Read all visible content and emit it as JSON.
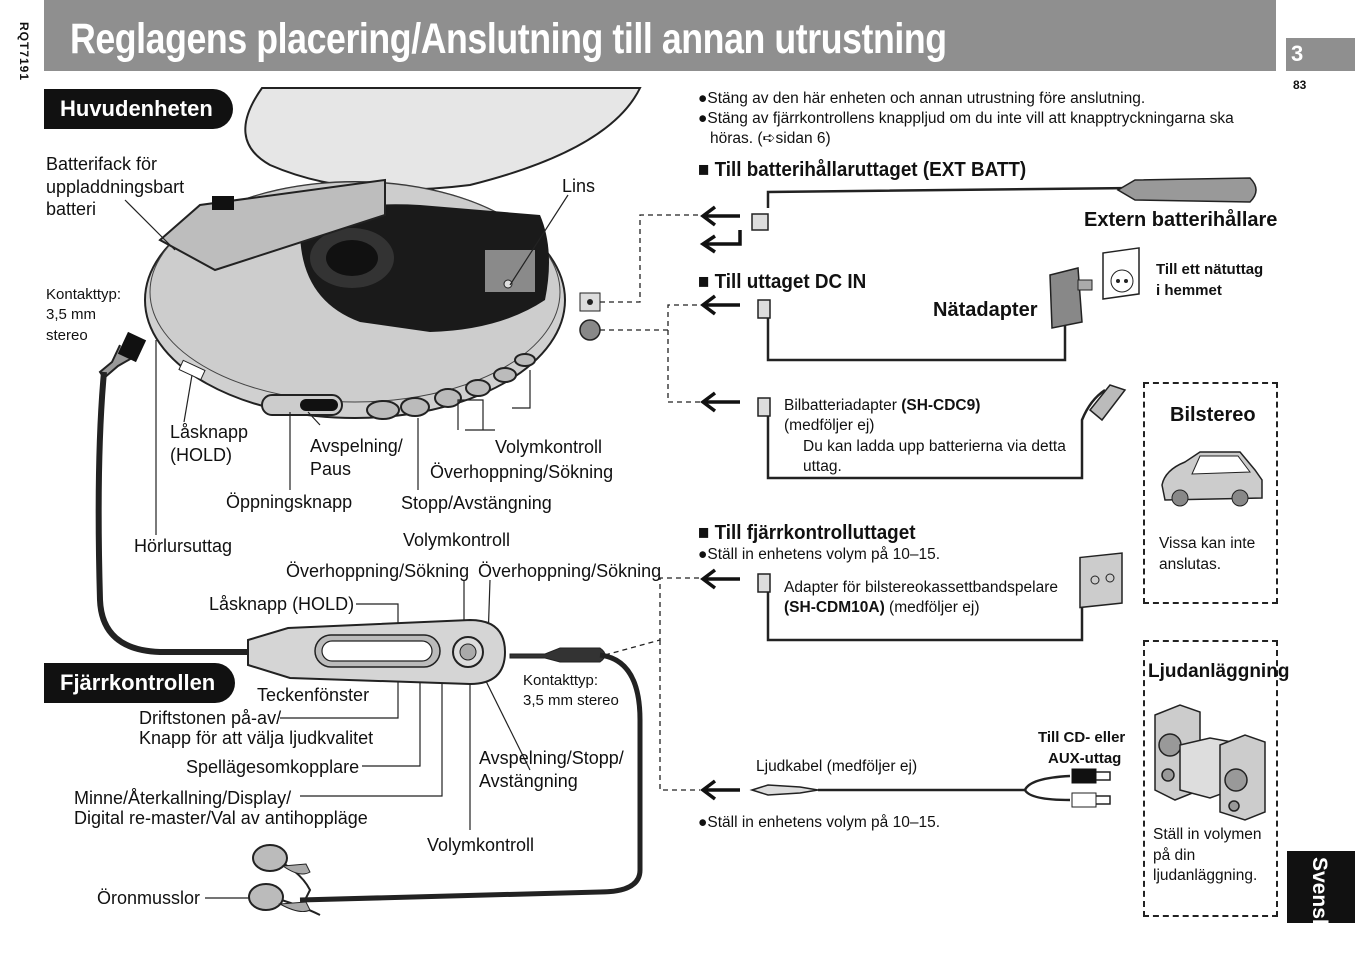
{
  "page": {
    "title": "Reglagens placering/Anslutning till annan utrustning",
    "model_code": "RQT7191",
    "page_number": "3",
    "subpage": "83",
    "language_tab": "Svenska"
  },
  "main_unit": {
    "heading": "Huvudenheten",
    "labels": {
      "battery_compartment": [
        "Batterifack för",
        "uppladdningsbart",
        "batteri"
      ],
      "lens": "Lins",
      "connector": [
        "Kontakttyp:",
        "3,5 mm",
        "stereo"
      ],
      "hold": [
        "Låsknapp",
        "(HOLD)"
      ],
      "play_pause": [
        "Avspelning/",
        "Paus"
      ],
      "volume": "Volymkontroll",
      "skip_search": "Överhoppning/Sökning",
      "open": "Öppningsknapp",
      "stop_off": "Stopp/Avstängning",
      "headphone_jack": "Hörlursuttag"
    }
  },
  "remote": {
    "heading": "Fjärrkontrollen",
    "labels": {
      "volume_top": "Volymkontroll",
      "skip_left": "Överhoppning/Sökning",
      "skip_right": "Överhoppning/Sökning",
      "hold": "Låsknapp (HOLD)",
      "display": "Teckenfönster",
      "beep": [
        "Driftstonen på-av/",
        "Knapp för att välja ljudkvalitet"
      ],
      "play_mode": "Spellägesomkopplare",
      "memory": [
        "Minne/Återkallning/Display/",
        "Digital re-master/Val av antihoppläge"
      ],
      "play_stop": [
        "Avspelning/Stopp/",
        "Avstängning"
      ],
      "volume_bottom": "Volymkontroll",
      "connector": [
        "Kontakttyp:",
        "3,5 mm stereo"
      ],
      "earphones": "Öronmusslor"
    }
  },
  "notes": [
    "●Stäng av den här enheten och annan utrustning före anslutning.",
    "●Stäng av fjärrkontrollens knappljud om du inte vill att knapptryckningarna ska",
    "höras. (➪sidan 6)"
  ],
  "connections": {
    "ext_batt": {
      "heading": "■ Till batterihållaruttaget (EXT BATT)",
      "device": "Extern batterihållare"
    },
    "dc_in": {
      "heading": "■ Till uttaget DC IN",
      "device": "Nätadapter",
      "outlet": [
        "Till ett nätuttag",
        "i hemmet"
      ],
      "car_adapter_prefix": "Bilbatteriadapter ",
      "car_adapter_model": "(SH-CDC9)",
      "car_adapter_note": "(medföljer ej)",
      "car_adapter_desc": [
        "Du kan ladda upp batterierna via detta",
        "uttag."
      ]
    },
    "remote_jack": {
      "heading": "■ Till fjärrkontrolluttaget",
      "note": "●Ställ in enhetens volym på 10–15.",
      "adapter": "Adapter för bilstereokassettbandspelare",
      "adapter_model": "(SH-CDM10A)",
      "adapter_note": " (medföljer ej)",
      "cable": "Ljudkabel (medföljer ej)",
      "cable_target": [
        "Till CD- eller",
        "AUX-uttag"
      ],
      "cable_note": "●Ställ in enhetens volym på 10–15."
    }
  },
  "side_boxes": {
    "car": {
      "title": "Bilstereo",
      "text": [
        "Vissa kan inte",
        "anslutas."
      ]
    },
    "audio": {
      "title": "Ljudanläggning",
      "text": [
        "Ställ in volymen",
        "på din",
        "ljudanläggning."
      ]
    }
  },
  "colors": {
    "header_gray": "#8f8f8f",
    "dark": "#111111"
  }
}
